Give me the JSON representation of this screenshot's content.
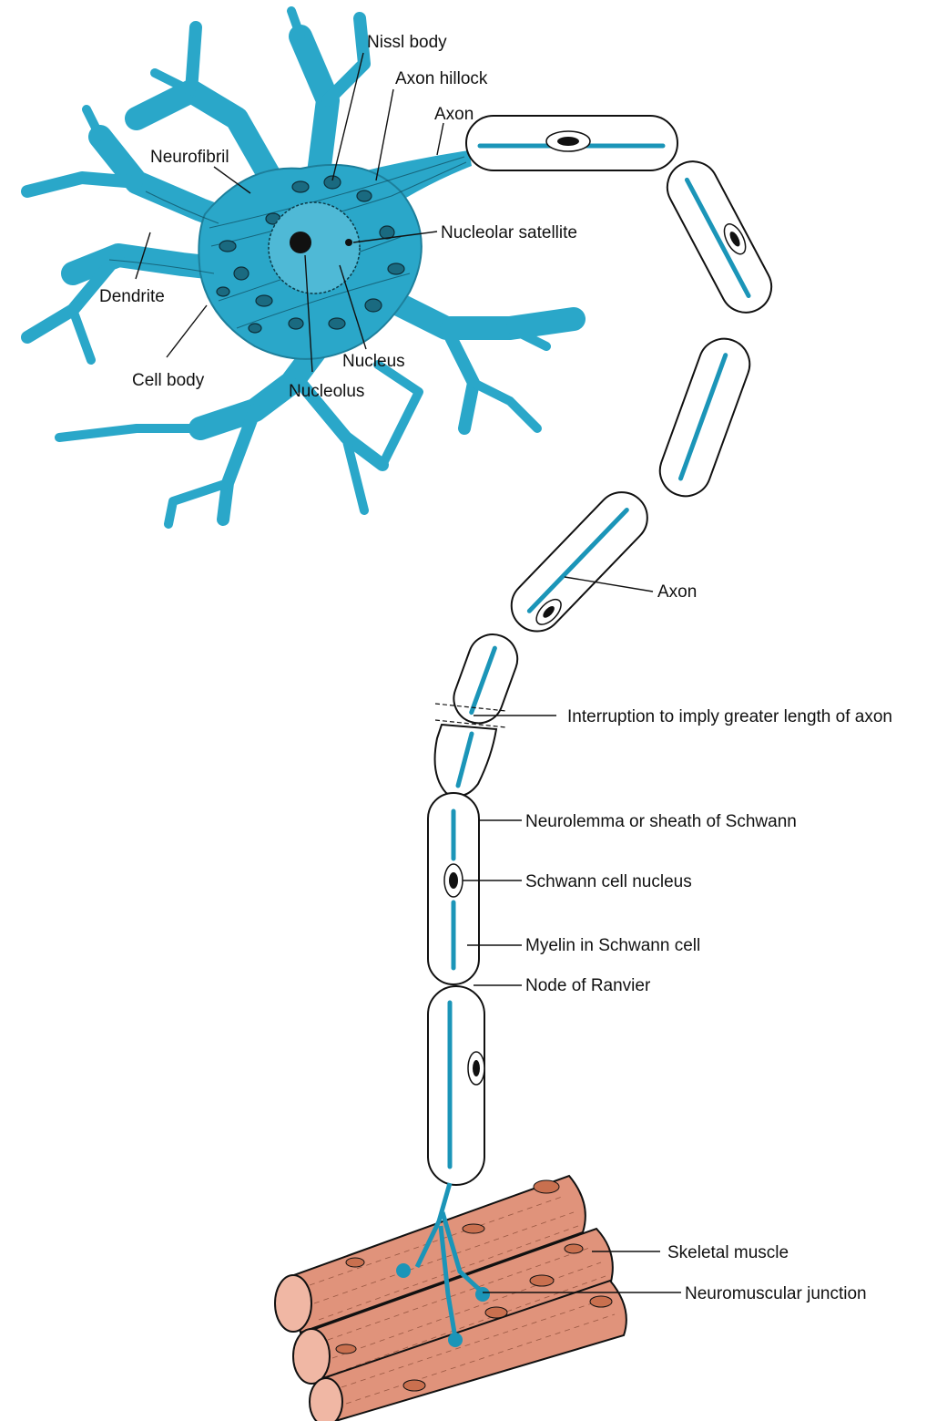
{
  "labels": {
    "nissl_body": "Nissl body",
    "axon_hillock": "Axon hillock",
    "axon_top": "Axon",
    "neurofibril": "Neurofibril",
    "nucleolar_satellite": "Nucleolar satellite",
    "dendrite": "Dendrite",
    "cell_body": "Cell body",
    "nucleus": "Nucleus",
    "nucleolus": "Nucleolus",
    "axon_mid": "Axon",
    "interruption": "Interruption to imply greater length of axon",
    "neurolemma": "Neurolemma or sheath of Schwann",
    "schwann_nucleus": "Schwann cell nucleus",
    "myelin": "Myelin in Schwann cell",
    "node_ranvier": "Node of Ranvier",
    "skeletal_muscle": "Skeletal muscle",
    "neuromuscular_junction": "Neuromuscular junction"
  },
  "colors": {
    "neuron": "#2aa7c9",
    "axon": "#1b95b8",
    "muscle": "#e0937b",
    "muscle_nucleus": "#c9704f"
  }
}
